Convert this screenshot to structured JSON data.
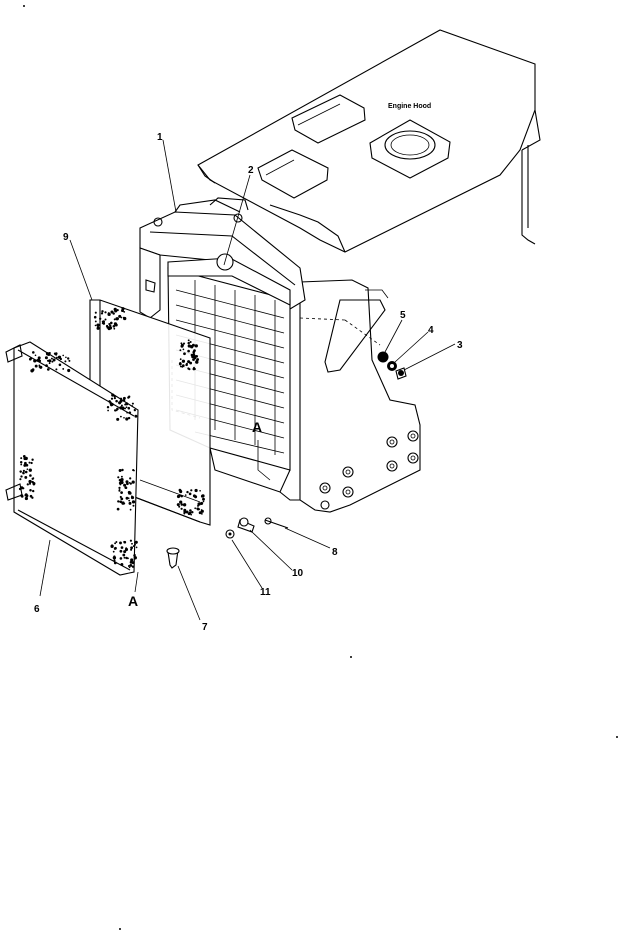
{
  "diagram": {
    "hood_label": "Engine Hood",
    "callouts": {
      "c1": "1",
      "c2": "2",
      "c3": "3",
      "c4": "4",
      "c5": "5",
      "c6": "6",
      "c7": "7",
      "c8": "8",
      "c9": "9",
      "c10": "10",
      "c11": "11"
    },
    "view_marks": {
      "a_upper": "A",
      "a_lower": "A"
    }
  }
}
